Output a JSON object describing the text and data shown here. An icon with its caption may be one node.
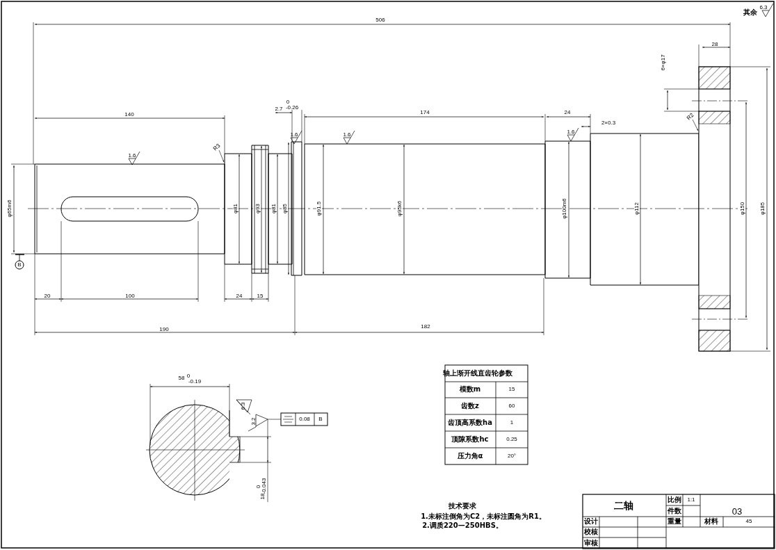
{
  "diagram": {
    "nodes": [
      {
        "text": [
          "R2"
        ]
      },
      {
        "text": [
          "R3"
        ]
      }
    ],
    "edges": [
      {
        "from": 0,
        "to": null,
        "arrow": "to"
      },
      {
        "from": 1,
        "to": null,
        "arrow": "to"
      }
    ],
    "labels": [
      "其余",
      "6.3",
      "506",
      "140",
      "2.7",
      "0",
      "-0.26",
      "174",
      "24",
      "2×0.3",
      "28",
      "6×φ17",
      "1.6",
      "1.6",
      "1.6",
      "1.6",
      "φ65m6",
      "φ81",
      "φ93",
      "φ81",
      "φ85",
      "φ91.5",
      "φ95k6",
      "φ100m6",
      "φ112",
      "φ150",
      "φ185",
      "B",
      "20",
      "100",
      "24",
      "15",
      "190",
      "182",
      "58",
      "0",
      "-0.19",
      "6.3",
      "3.2",
      "0.08",
      "B",
      "18",
      "0",
      "-0.043",
      "轴上渐开线直齿轮参数",
      "模数m",
      "15",
      "齿数z",
      "60",
      "齿顶高系数ha",
      "1",
      "顶隙系数hc",
      "0.25",
      "压力角α",
      "20°",
      "技术要求",
      "1.未标注倒角为C2，未标注圆角为R1。",
      "2.调质220—250HBS。",
      "二轴",
      "比例",
      "1:1",
      "件数",
      "03",
      "设计",
      "重量",
      "材料",
      "45",
      "校核",
      "审核"
    ]
  }
}
